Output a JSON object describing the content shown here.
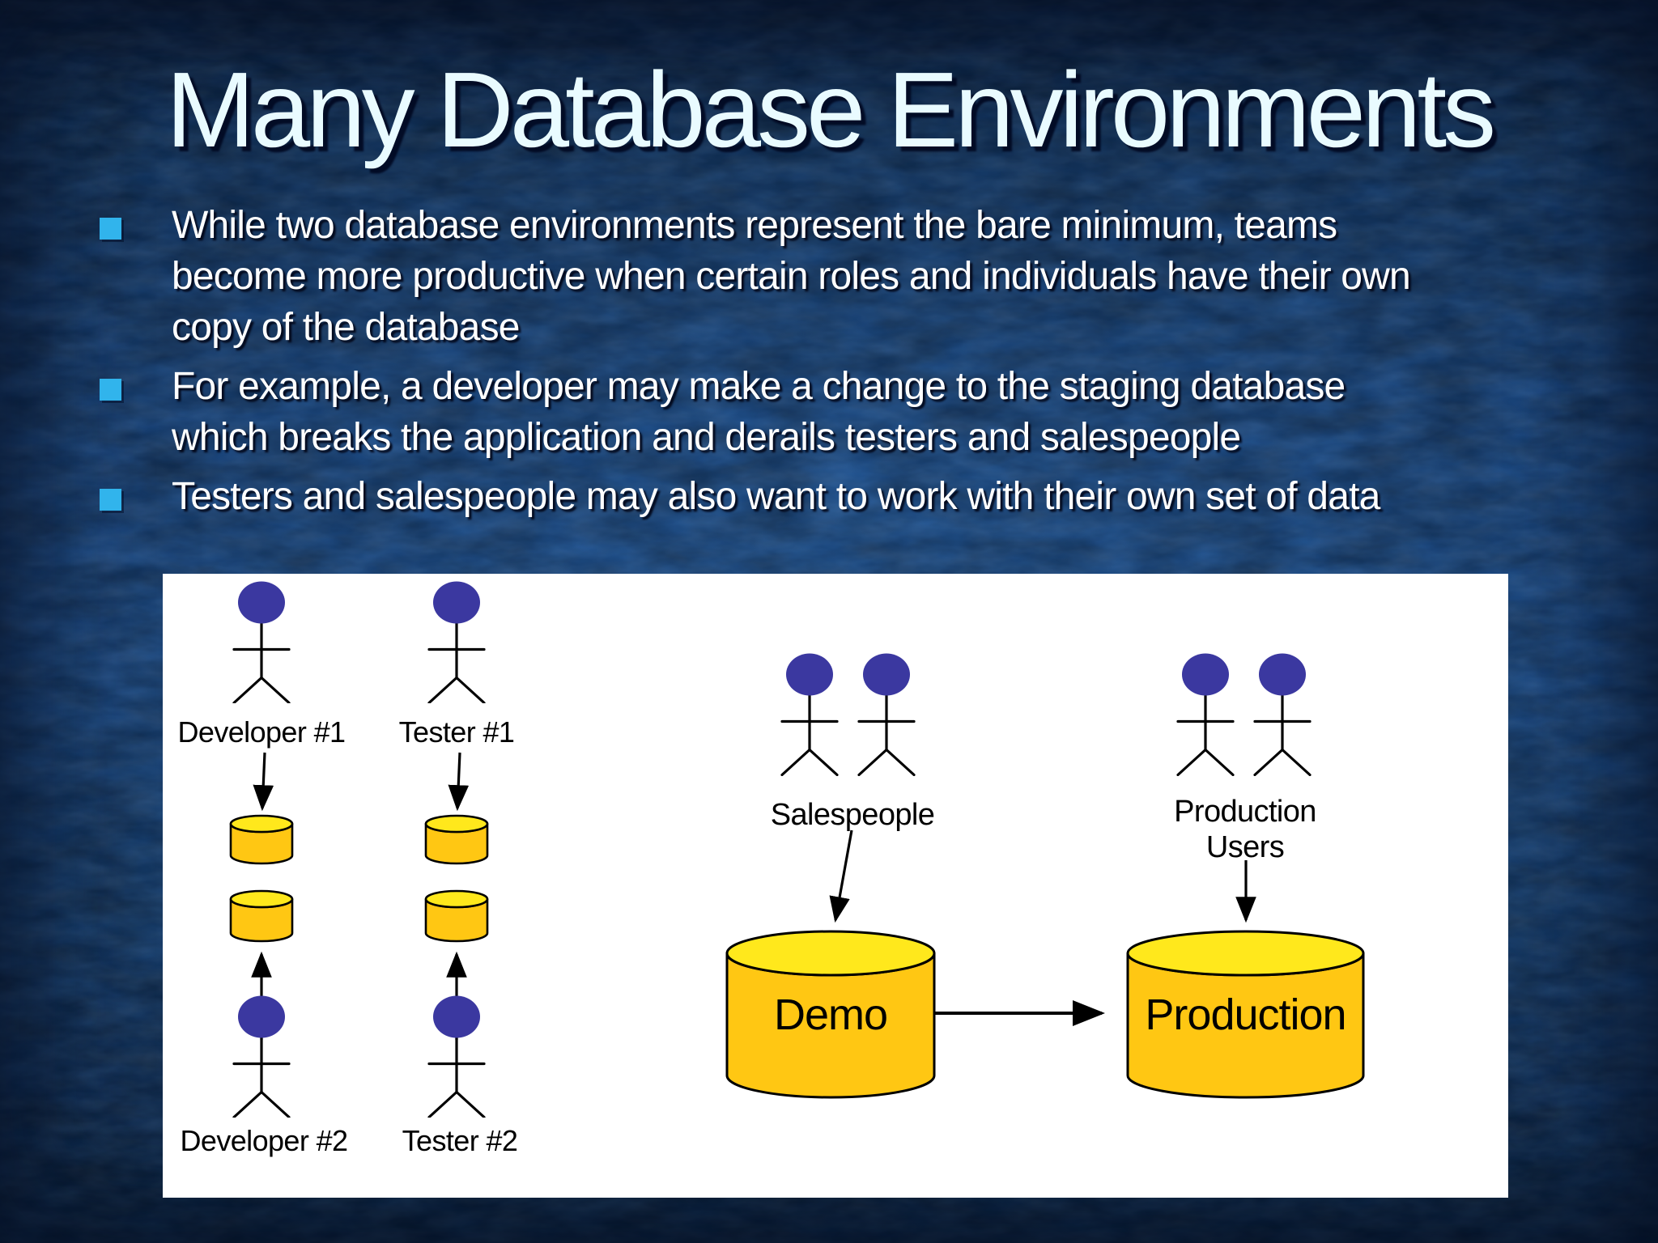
{
  "slide": {
    "title": "Many Database Environments",
    "bullets": [
      {
        "lines": [
          "While two database environments represent the bare minimum, teams",
          "become more productive when certain roles and individuals have their own",
          "copy of the database"
        ]
      },
      {
        "lines": [
          "For example, a developer may make a change to the staging database",
          "which breaks the application and derails testers and salespeople"
        ]
      },
      {
        "lines": [
          "Testers and salespeople may also want to work with their own set of data"
        ]
      }
    ]
  },
  "diagram": {
    "dev_column": {
      "top": "Developer #1",
      "bottom": "Developer #2"
    },
    "test_column": {
      "top": "Tester #1",
      "bottom": "Tester #2"
    },
    "salespeople_label": "Salespeople",
    "production_users_line1": "Production",
    "production_users_line2": "Users",
    "demo_db_label": "Demo",
    "production_db_label": "Production"
  },
  "colors": {
    "title_text": "#E9FBFF",
    "body_text": "#FFFFFF",
    "bullet_square": "#31B4EC",
    "figure_head": "#3B38A0",
    "cylinder_body": "#FFC713",
    "cylinder_top": "#FFE81C"
  }
}
